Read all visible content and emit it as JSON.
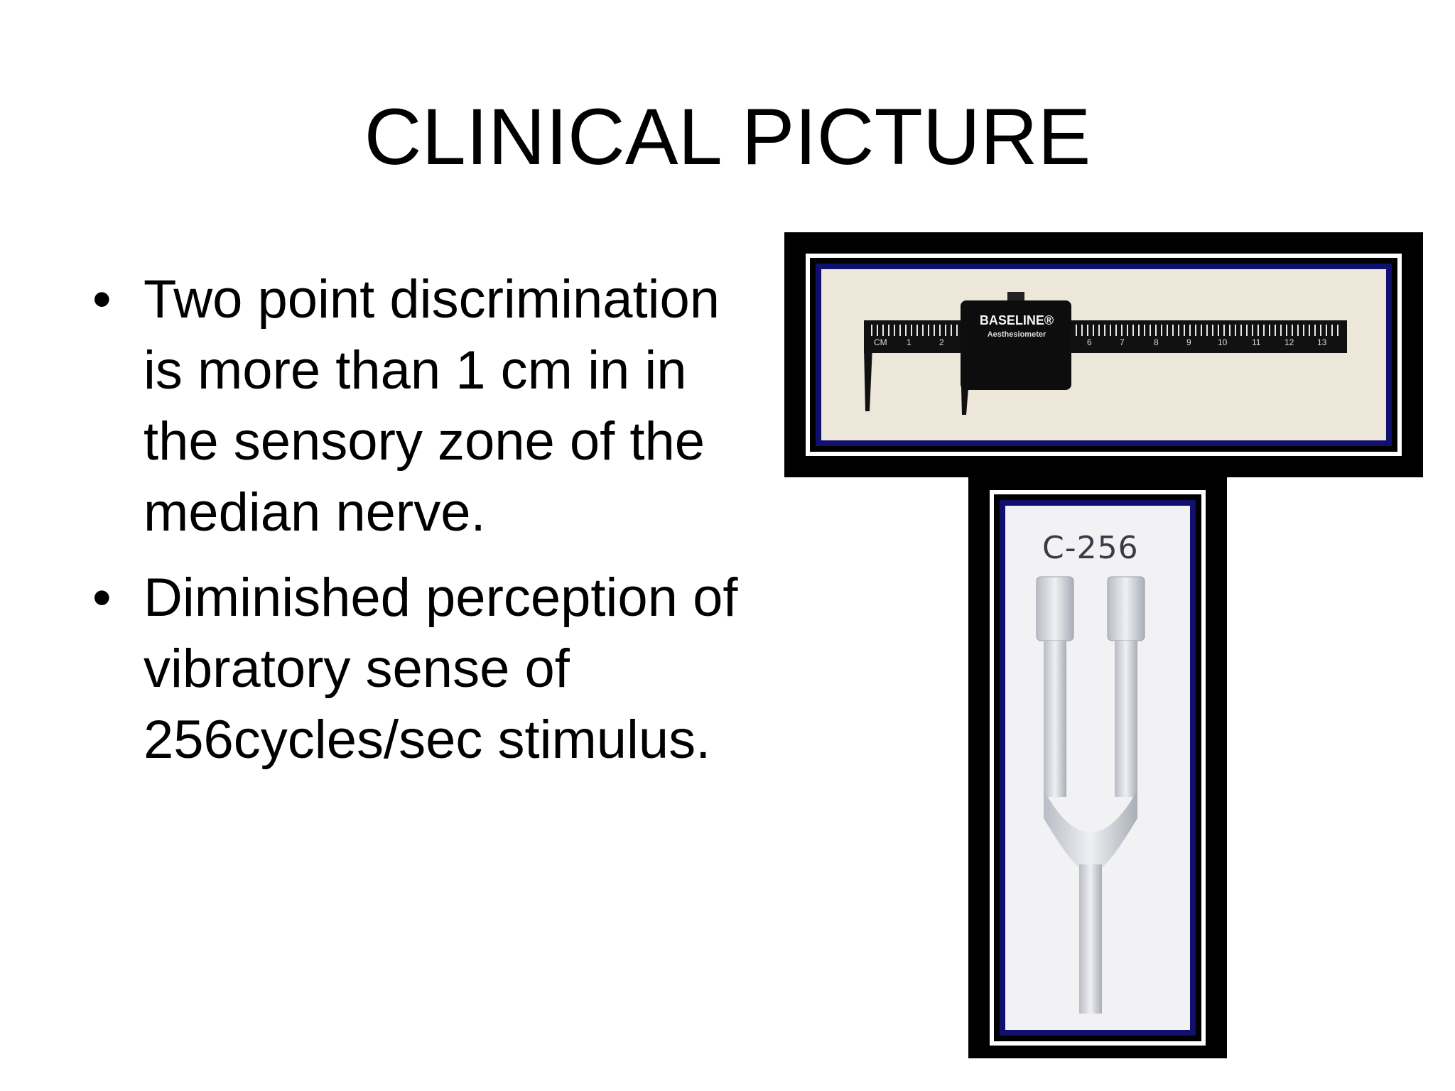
{
  "slide": {
    "title": "CLINICAL PICTURE",
    "bullets": [
      {
        "marker": "•",
        "text": "Two point discrimination is more than 1 cm in in the sensory zone of the median nerve."
      },
      {
        "marker": "•",
        "text": "Diminished perception of vibratory sense of 256cycles/sec stimulus."
      }
    ]
  },
  "images": {
    "aesthesiometer": {
      "brand": "BASELINE®",
      "model": "Aesthesiometer",
      "scale_numbers": [
        "CM",
        "1",
        "2",
        "6",
        "7",
        "8",
        "9",
        "10",
        "11",
        "12",
        "13"
      ]
    },
    "tuning_fork": {
      "label": "C-256"
    }
  },
  "colors": {
    "frame": "#000000",
    "frame_accent": "#10106e",
    "text": "#000000",
    "background": "#ffffff"
  }
}
